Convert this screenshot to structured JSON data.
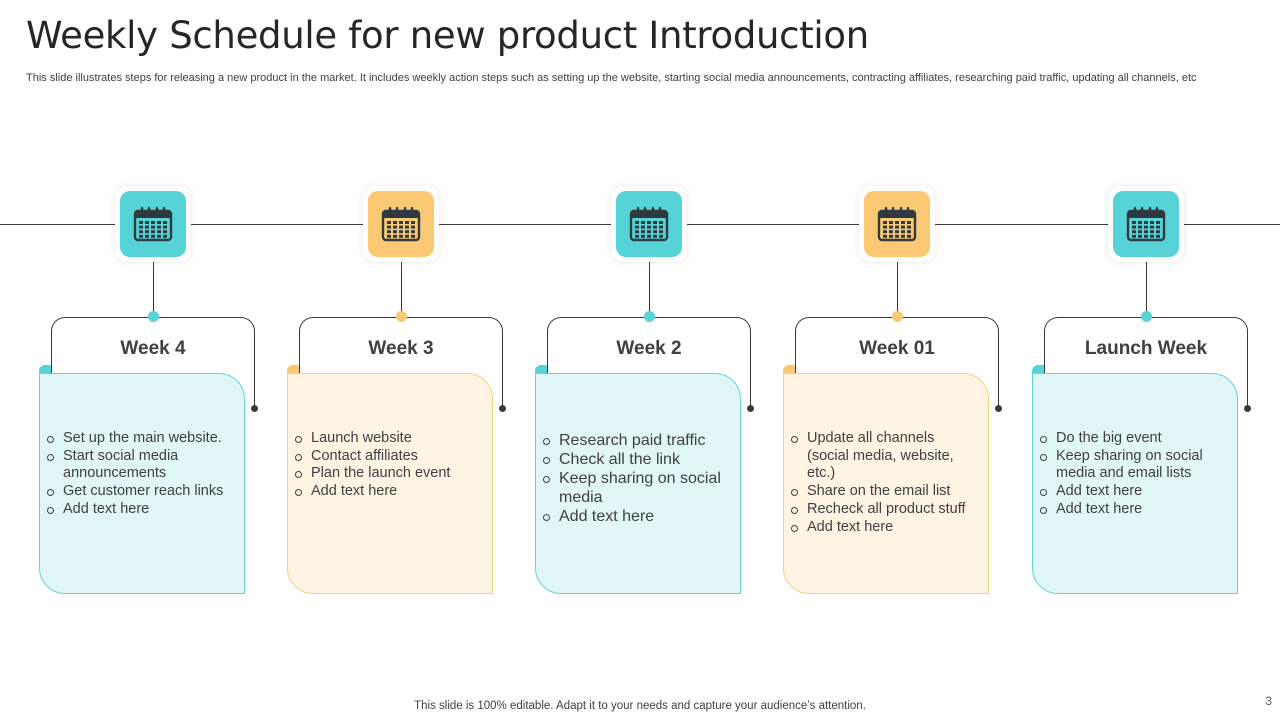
{
  "slide": {
    "title": "Weekly Schedule for new product Introduction",
    "subtitle": "This slide illustrates steps for releasing a new product in the market. It includes weekly action steps such as setting up the website, starting social media announcements, contracting affiliates, researching paid traffic, updating all channels, etc",
    "footer": "This slide is 100% editable. Adapt it to your needs and capture your audience’s attention.",
    "page_number": "3"
  },
  "colors": {
    "teal": "#56D3D6",
    "teal_fill": "#E0F6F7",
    "teal_border": "#65D2D8",
    "orange": "#FBC874",
    "orange_fill": "#FEF4E3",
    "orange_border": "#F8CF86",
    "line": "#3a3a3a",
    "icon_glyph": "#2f3a40"
  },
  "stages": [
    {
      "label": "Week 4",
      "icon": "calendar-icon",
      "accent": "teal",
      "items": [
        "Set up the main website.",
        "Start social media announcements",
        "Get customer reach links",
        "Add text here"
      ]
    },
    {
      "label": "Week 3",
      "icon": "calendar-icon",
      "accent": "orange",
      "items": [
        "Launch website",
        "Contact affiliates",
        "Plan the launch event",
        "Add text here"
      ]
    },
    {
      "label": "Week 2",
      "icon": "calendar-icon",
      "accent": "teal",
      "items": [
        "Research paid traffic",
        "Check all the link",
        "Keep sharing on social media",
        "Add text here"
      ]
    },
    {
      "label": "Week 01",
      "icon": "calendar-icon",
      "accent": "orange",
      "items": [
        "Update all channels (social media, website, etc.)",
        "Share on the email list",
        "Recheck all product stuff",
        "Add text here"
      ]
    },
    {
      "label": "Launch Week",
      "icon": "calendar-icon",
      "accent": "teal",
      "items": [
        "Do the big event",
        "Keep sharing on social media and email lists",
        "Add text here",
        "Add text here"
      ]
    }
  ]
}
